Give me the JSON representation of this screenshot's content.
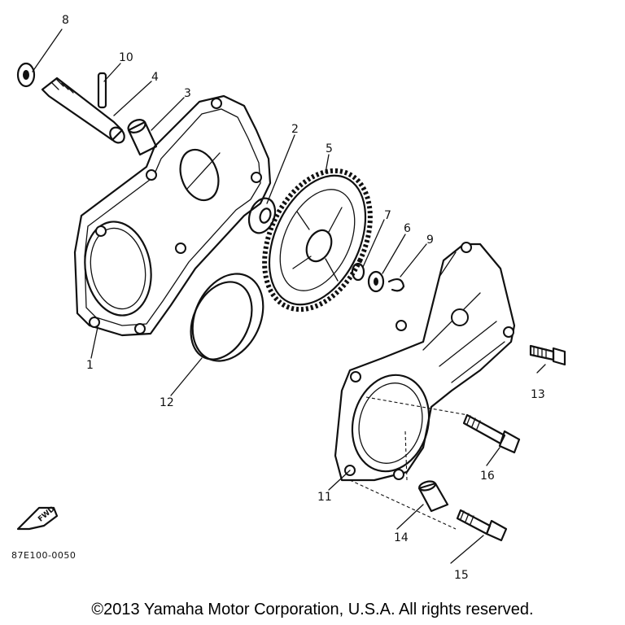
{
  "diagram": {
    "part_labels": [
      "1",
      "2",
      "3",
      "4",
      "5",
      "6",
      "7",
      "8",
      "9",
      "10",
      "11",
      "12",
      "13",
      "14",
      "15",
      "16"
    ],
    "forward_marker": "FWD",
    "figure_code": "87E100-0050",
    "copyright": "©2013 Yamaha Motor Corporation, U.S.A. All rights reserved."
  }
}
